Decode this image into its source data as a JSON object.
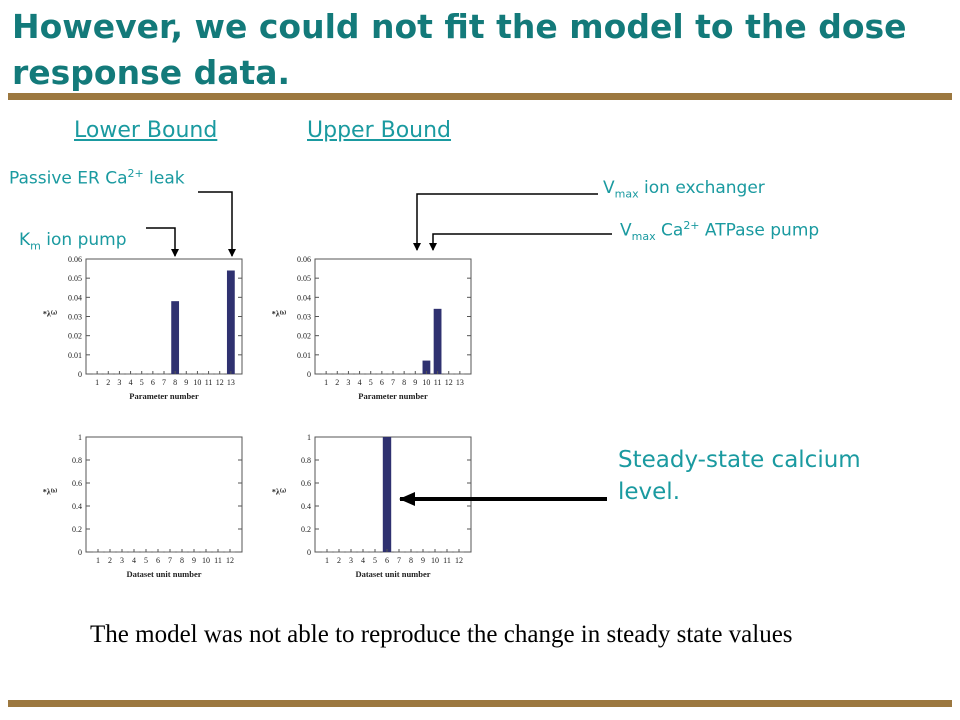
{
  "title": "However, we could not fit the model to the dose response data.",
  "headers": {
    "lower": "Lower Bound",
    "upper": "Upper Bound"
  },
  "annotations": {
    "passive_leak": {
      "pre": "Passive ER Ca",
      "sup": "2+",
      "post": " leak"
    },
    "km_pump": {
      "pre": "K",
      "sub": "m",
      "post": " ion pump"
    },
    "vmax_exchanger": {
      "pre": "V",
      "sub": "max",
      "post": " ion exchanger"
    },
    "vmax_atpase": {
      "pre": "V",
      "sub": "max",
      "mid": " Ca",
      "sup": "2+",
      "post": " ATPase pump"
    }
  },
  "steady_state_note": "Steady-state calcium level.",
  "caption": "The model was not able to reproduce the change in steady state values",
  "colors": {
    "title": "#137a7a",
    "accent": "#1a9aa0",
    "rule": "#9c7840",
    "bar": "#2f3170"
  },
  "chart_data": [
    {
      "type": "bar",
      "ylabel": "*λ⁽ᵃ⁾",
      "xlabel": "Parameter number",
      "categories": [
        "1",
        "2",
        "3",
        "4",
        "5",
        "6",
        "7",
        "8",
        "9",
        "10",
        "11",
        "12",
        "13"
      ],
      "values": [
        0,
        0,
        0,
        0,
        0,
        0,
        0,
        0.038,
        0,
        0,
        0,
        0,
        0.054
      ],
      "ylim": [
        0,
        0.06
      ],
      "yticks": [
        "0",
        "0.01",
        "0.02",
        "0.03",
        "0.04",
        "0.05",
        "0.06"
      ],
      "grid": false
    },
    {
      "type": "bar",
      "ylabel": "*λ⁽ᵇ⁾",
      "xlabel": "Parameter number",
      "categories": [
        "1",
        "2",
        "3",
        "4",
        "5",
        "6",
        "7",
        "8",
        "9",
        "10",
        "11",
        "12",
        "13"
      ],
      "values": [
        0,
        0,
        0,
        0,
        0,
        0,
        0,
        0,
        0,
        0.007,
        0.034,
        0,
        0
      ],
      "ylim": [
        0,
        0.06
      ],
      "yticks": [
        "0",
        "0.01",
        "0.02",
        "0.03",
        "0.04",
        "0.05",
        "0.06"
      ],
      "grid": false
    },
    {
      "type": "bar",
      "ylabel": "*λ⁽ᵇ⁾",
      "xlabel": "Dataset unit number",
      "categories": [
        "1",
        "2",
        "3",
        "4",
        "5",
        "6",
        "7",
        "8",
        "9",
        "10",
        "11",
        "12"
      ],
      "values": [
        0,
        0,
        0,
        0,
        0,
        0,
        0,
        0,
        0,
        0,
        0,
        0
      ],
      "ylim": [
        0,
        1
      ],
      "yticks": [
        "0",
        "0.2",
        "0.4",
        "0.6",
        "0.8",
        "1"
      ],
      "grid": false
    },
    {
      "type": "bar",
      "ylabel": "*λ⁽ᵃ⁾",
      "xlabel": "Dataset unit number",
      "categories": [
        "1",
        "2",
        "3",
        "4",
        "5",
        "6",
        "7",
        "8",
        "9",
        "10",
        "11",
        "12"
      ],
      "values": [
        0,
        0,
        0,
        0,
        0,
        1,
        0,
        0,
        0,
        0,
        0,
        0
      ],
      "ylim": [
        0,
        1
      ],
      "yticks": [
        "0",
        "0.2",
        "0.4",
        "0.6",
        "0.8",
        "1"
      ],
      "grid": false
    }
  ]
}
